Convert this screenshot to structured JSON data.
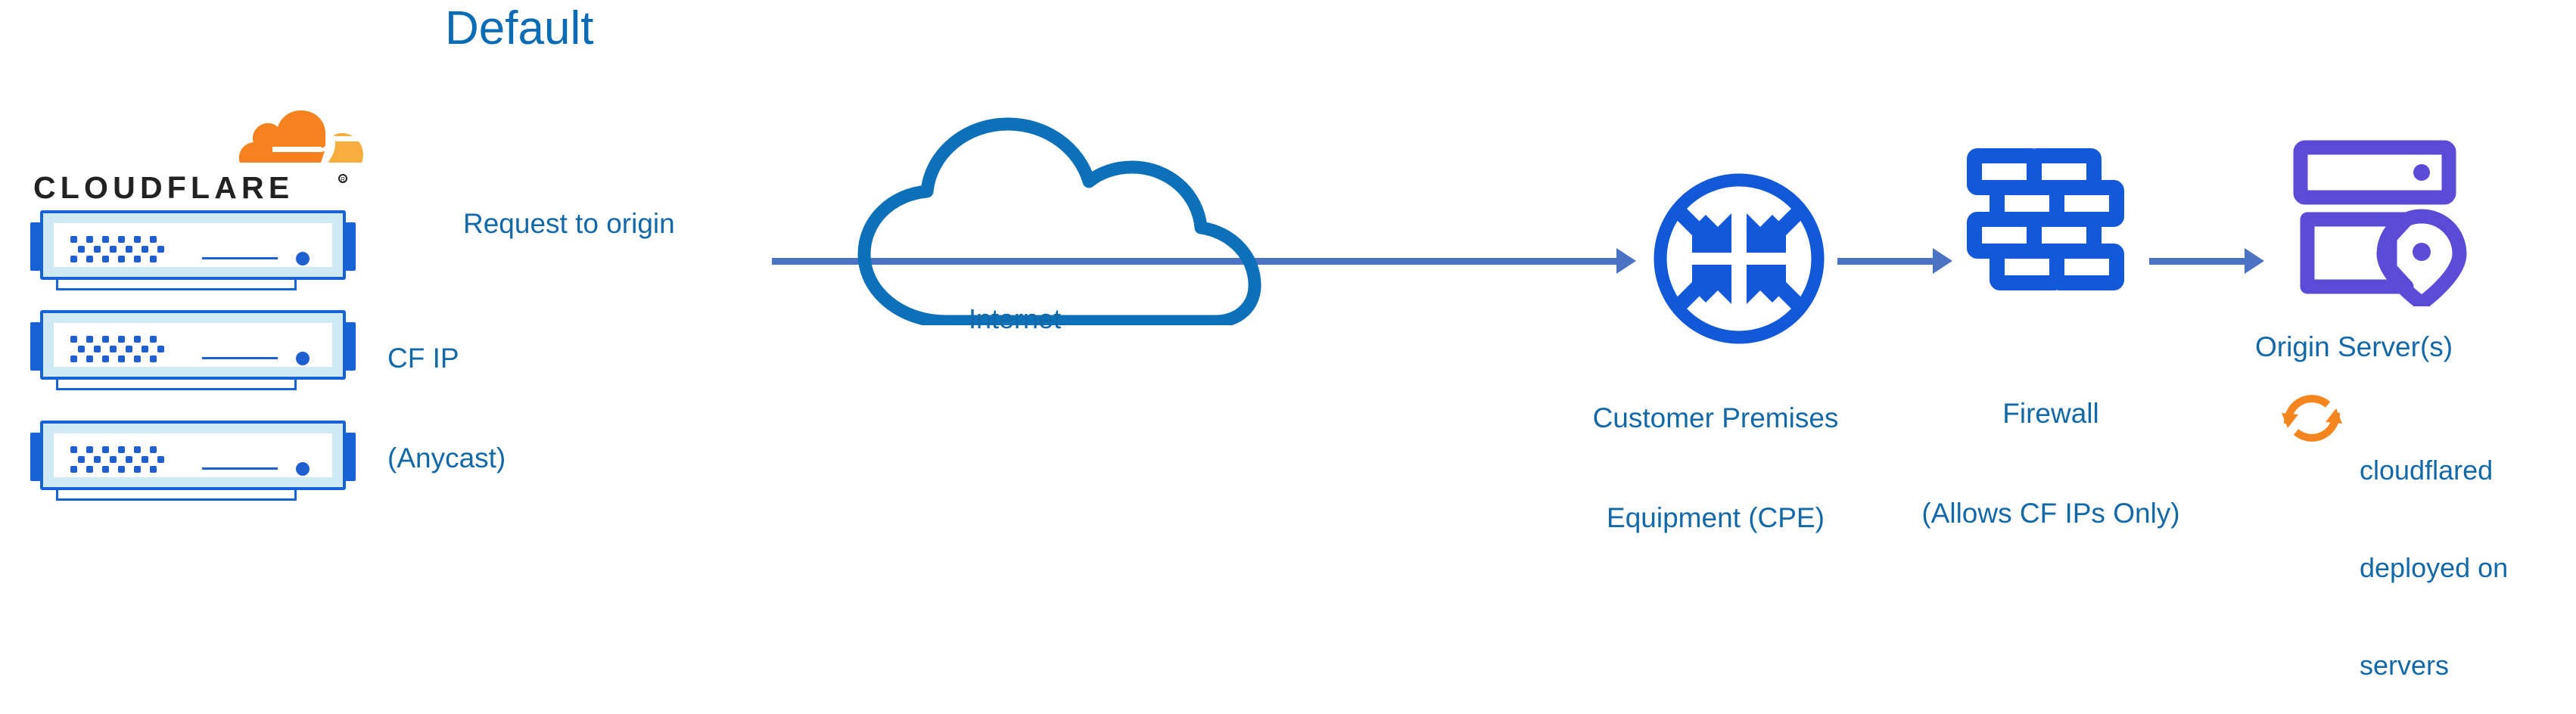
{
  "diagram": {
    "title": "Default",
    "colors": {
      "title_blue": "#0b6bb5",
      "label_blue": "#1369a8",
      "cloud_blue": "#0d71ba",
      "icon_blue": "#1259d9",
      "server_blue": "#1763d6",
      "arrow_blue": "#4c72c4",
      "origin_purple": "#5b4bd6",
      "cloudflare_orange": "#f6821f",
      "cloudflare_orange_light": "#faad3f"
    }
  },
  "cloudflare": {
    "wordmark": "CLOUDFLARE",
    "registered_mark": "®",
    "icon_name": "cloudflare-cloud-logo",
    "servers": [
      {
        "name": "cloudflare-edge-server-1"
      },
      {
        "name": "cloudflare-edge-server-2"
      },
      {
        "name": "cloudflare-edge-server-3"
      }
    ]
  },
  "labels": {
    "request_to_origin": "Request to origin",
    "cf_ip_line1": "CF IP",
    "cf_ip_line2": "(Anycast)",
    "internet": "Internet",
    "cpe_line1": "Customer Premises",
    "cpe_line2": "Equipment (CPE)",
    "firewall_line1": "Firewall",
    "firewall_line2": "(Allows CF IPs Only)",
    "origin_server": "Origin Server(s)",
    "cloudflared_line1": "cloudflared",
    "cloudflared_line2": "deployed on",
    "cloudflared_line3": "servers"
  },
  "nodes": [
    {
      "id": "cloudflare-edge",
      "label": "CF IP (Anycast)",
      "icon": "server-stack-icon"
    },
    {
      "id": "internet",
      "label": "Internet",
      "icon": "cloud-icon"
    },
    {
      "id": "cpe",
      "label": "Customer Premises Equipment (CPE)",
      "icon": "router-icon"
    },
    {
      "id": "firewall",
      "label": "Firewall (Allows CF IPs Only)",
      "icon": "brick-wall-icon"
    },
    {
      "id": "origin",
      "label": "Origin Server(s)",
      "icon": "server-rack-pin-icon"
    }
  ],
  "edges": [
    {
      "from": "cloudflare-edge",
      "to": "cpe",
      "label": "Request to origin",
      "through": "internet"
    },
    {
      "from": "cpe",
      "to": "firewall",
      "label": ""
    },
    {
      "from": "firewall",
      "to": "origin",
      "label": ""
    }
  ],
  "annotations": [
    {
      "id": "cloudflared",
      "icon": "sync-arrows-icon",
      "text": "cloudflared deployed on servers"
    }
  ]
}
